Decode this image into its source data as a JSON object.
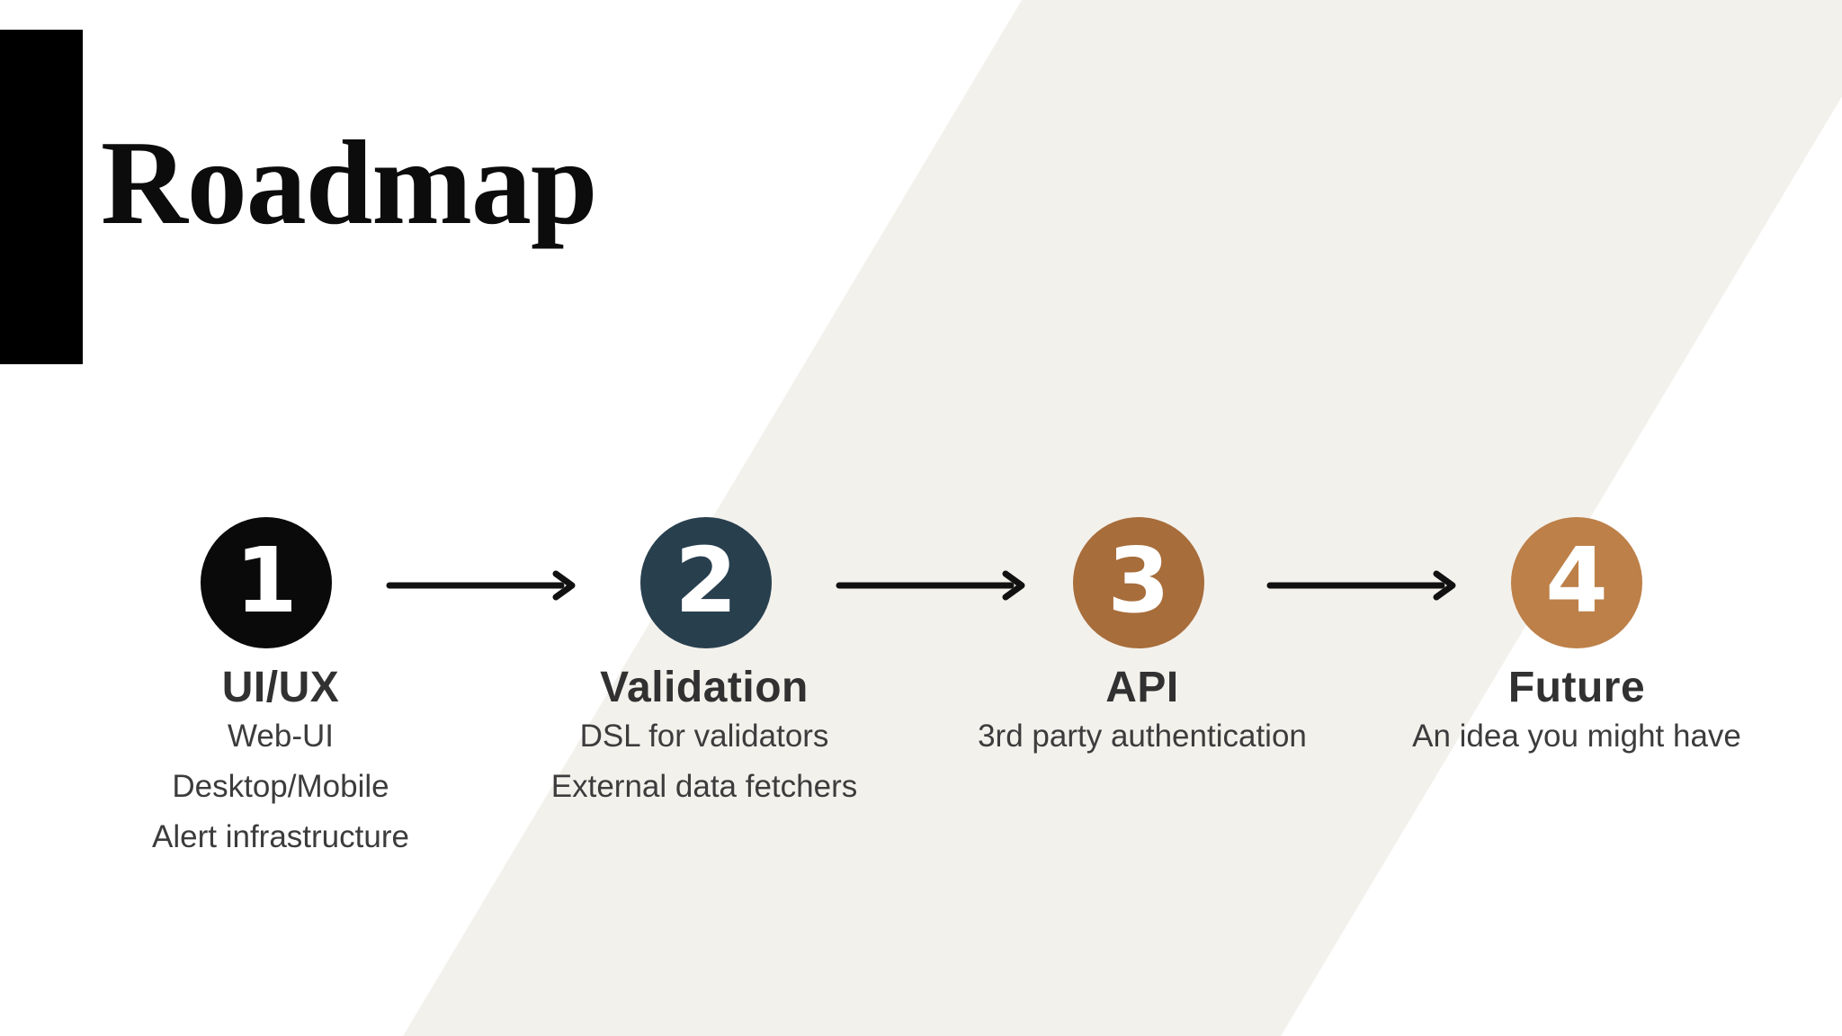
{
  "slide": {
    "title": "Roadmap",
    "background_color": "#ffffff",
    "accent_bar_color": "#000000",
    "band_color": "#f3f1ec",
    "arrow_color": "#111111",
    "step_title_color": "#313131",
    "step_item_color": "#3c3c3c"
  },
  "steps": [
    {
      "number": "1",
      "title": "UI/UX",
      "circle_color": "#0a0a0a",
      "number_color": "#ffffff",
      "items": [
        "Web-UI",
        "Desktop/Mobile",
        "Alert infrastructure"
      ]
    },
    {
      "number": "2",
      "title": "Validation",
      "circle_color": "#283f4e",
      "number_color": "#ffffff",
      "items": [
        "DSL for validators",
        "External data fetchers"
      ]
    },
    {
      "number": "3",
      "title": "API",
      "circle_color": "#a76d3b",
      "number_color": "#ffffff",
      "items": [
        "3rd party authentication"
      ]
    },
    {
      "number": "4",
      "title": "Future",
      "circle_color": "#bd8049",
      "number_color": "#ffffff",
      "items": [
        "An idea you might have"
      ]
    }
  ]
}
